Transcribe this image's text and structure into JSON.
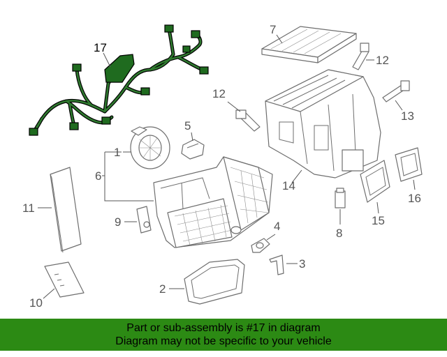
{
  "diagram": {
    "highlight_color": "#2c8a14",
    "callouts": [
      {
        "id": "c17",
        "text": "17",
        "highlighted": true
      },
      {
        "id": "c7",
        "text": "7"
      },
      {
        "id": "c12a",
        "text": "12"
      },
      {
        "id": "c12b",
        "text": "12"
      },
      {
        "id": "c13",
        "text": "13"
      },
      {
        "id": "c14",
        "text": "14"
      },
      {
        "id": "c5",
        "text": "5"
      },
      {
        "id": "c1",
        "text": "1"
      },
      {
        "id": "c6",
        "text": "6"
      },
      {
        "id": "c11",
        "text": "11"
      },
      {
        "id": "c9",
        "text": "9"
      },
      {
        "id": "c4",
        "text": "4"
      },
      {
        "id": "c3",
        "text": "3"
      },
      {
        "id": "c8",
        "text": "8"
      },
      {
        "id": "c15",
        "text": "15"
      },
      {
        "id": "c16",
        "text": "16"
      },
      {
        "id": "c2",
        "text": "2"
      },
      {
        "id": "c10",
        "text": "10"
      }
    ]
  },
  "banner": {
    "background": "#2c8a14",
    "line1": "Part or sub-assembly is #17 in diagram",
    "line2": "Diagram may not be specific to your vehicle"
  }
}
